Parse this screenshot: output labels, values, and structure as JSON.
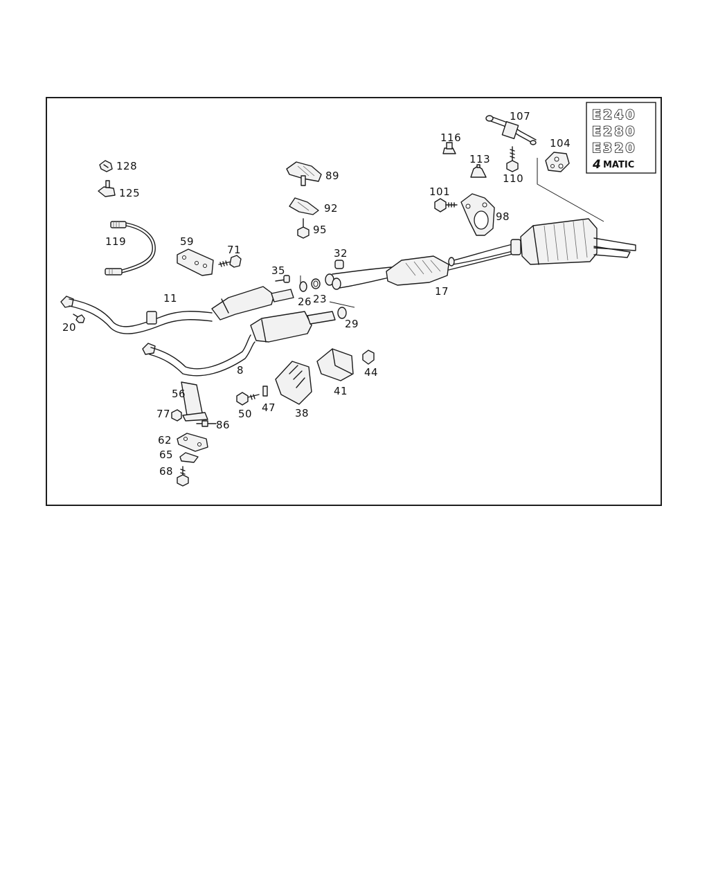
{
  "diagram": {
    "part_labels": {
      "p107": "107",
      "p116": "116",
      "p104": "104",
      "p113": "113",
      "p110": "110",
      "p128": "128",
      "p125": "125",
      "p89": "89",
      "p92": "92",
      "p95": "95",
      "p101": "101",
      "p98": "98",
      "p119": "119",
      "p59": "59",
      "p71": "71",
      "p32": "32",
      "p35": "35",
      "p26": "26",
      "p23": "23",
      "p17": "17",
      "p11": "11",
      "p20": "20",
      "p29": "29",
      "p8": "8",
      "p44": "44",
      "p41": "41",
      "p56": "56",
      "p50": "50",
      "p47": "47",
      "p38": "38",
      "p77": "77",
      "p86": "86",
      "p62": "62",
      "p65": "65",
      "p68": "68"
    },
    "model_badges": [
      "E240",
      "E280",
      "E320"
    ],
    "drive_badge": {
      "digit": "4",
      "text": "MATIC"
    }
  }
}
